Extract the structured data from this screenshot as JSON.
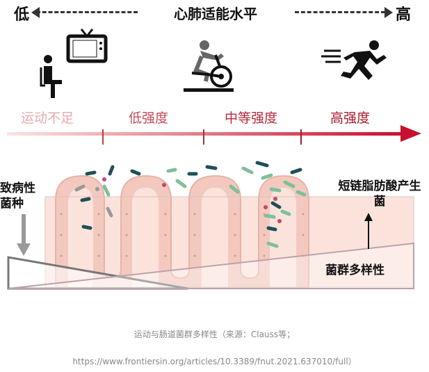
{
  "header": {
    "low": "低",
    "title": "心肺适能水平",
    "high": "高"
  },
  "intensity_levels": [
    "运动不足",
    "低强度",
    "中等强度",
    "高强度"
  ],
  "gut": {
    "pathogen_label": "致病性菌种",
    "scfa_label": "短链脂肪酸产生菌",
    "diversity_label": "菌群多样性"
  },
  "caption": "运动与肠道菌群多样性（来源：Clauss等；",
  "source_url": "https://www.frontiersin.org/articles/10.3389/fnut.2021.637010/full）",
  "colors": {
    "arrow_red": "#c8102e",
    "gut_pink": "#f3c9bf",
    "bacteria_teal": "#1f4f57",
    "bacteria_green": "#7fbf9a"
  },
  "icons": [
    "sitting-person-icon",
    "tv-icon",
    "cyclist-icon",
    "runner-icon"
  ]
}
